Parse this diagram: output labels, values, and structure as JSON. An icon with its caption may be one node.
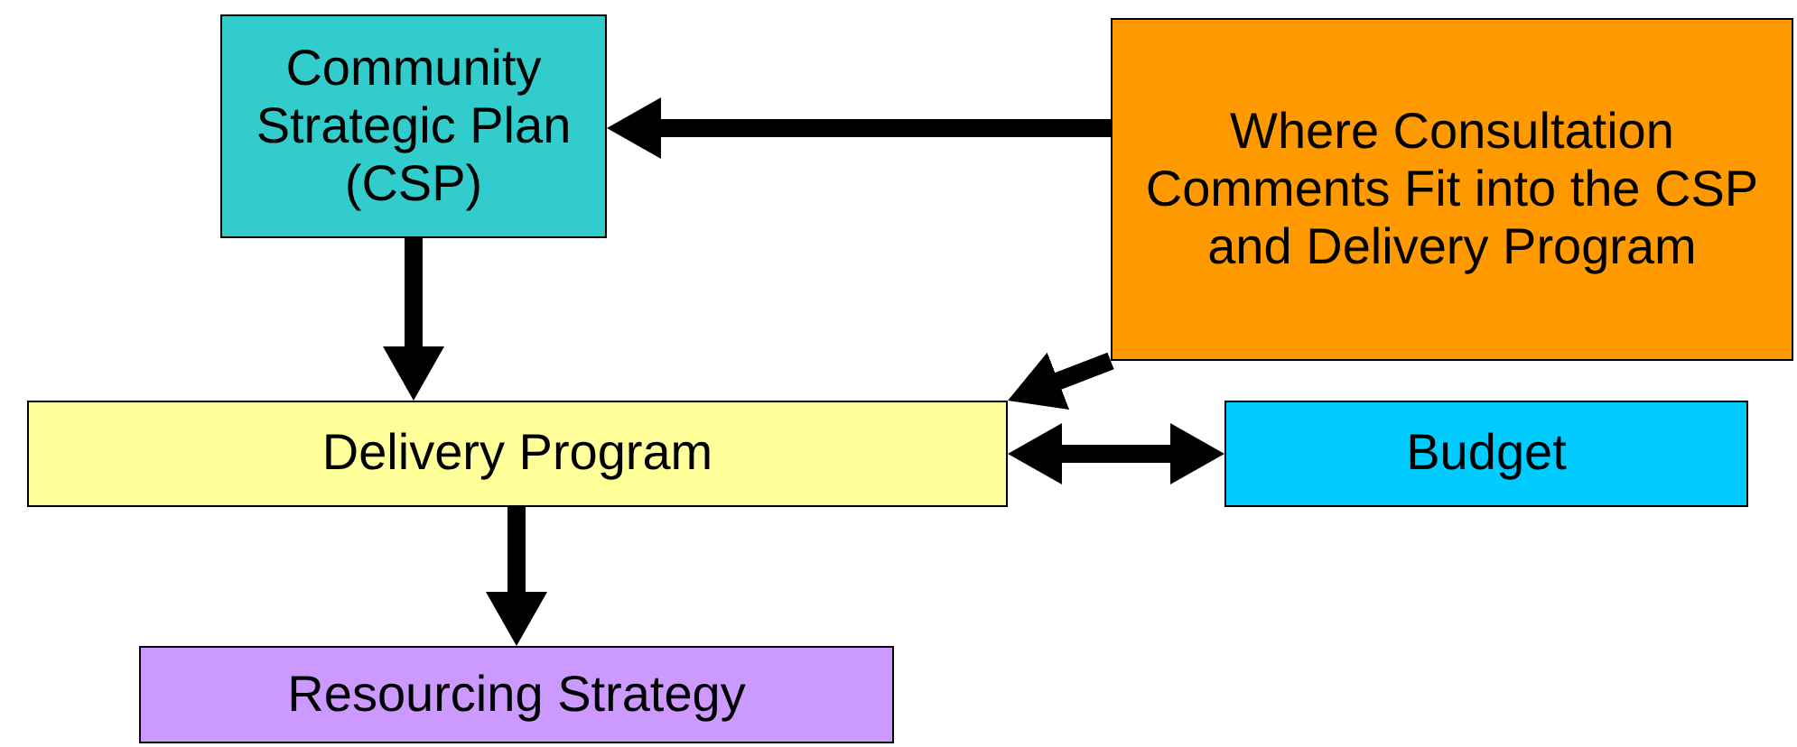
{
  "diagram": {
    "nodes": [
      {
        "text": [
          "Community Strategic Plan (CSP)"
        ]
      },
      {
        "text": [
          "Where Consultation Comments Fit into the CSP and Delivery Program"
        ]
      },
      {
        "text": [
          "Delivery Program"
        ]
      },
      {
        "text": [
          "Budget"
        ]
      },
      {
        "text": [
          "Resourcing Strategy"
        ]
      }
    ],
    "edges": [
      {
        "from": 1,
        "to": 0,
        "arrow": "to"
      },
      {
        "from": 0,
        "to": 2,
        "arrow": "to"
      },
      {
        "from": 1,
        "to": 2,
        "arrow": "to"
      },
      {
        "from": 2,
        "to": 3,
        "arrow": "both"
      },
      {
        "from": 2,
        "to": 4,
        "arrow": "to"
      }
    ]
  }
}
